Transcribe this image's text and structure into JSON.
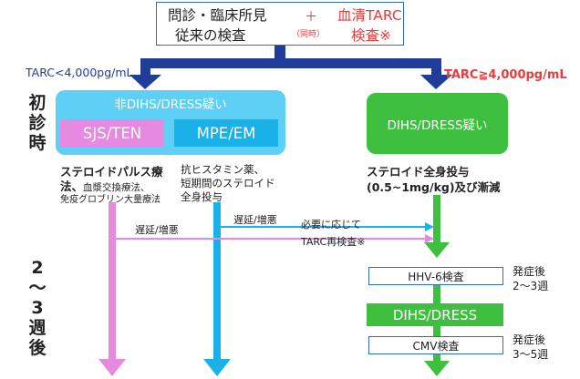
{
  "top": {
    "exam_line1": "問診・臨床所見",
    "exam_line2": "従来の検査",
    "plus": "＋",
    "simultaneous": "（同時）",
    "tarc_line1": "血清TARC",
    "tarc_line2": "検査※"
  },
  "branches": {
    "low": "TARC<4,000pg/mL",
    "high": "TARC≧4,000pg/mL"
  },
  "sidebar": {
    "initial": [
      "初",
      "診",
      "時"
    ],
    "later": [
      "2",
      "〜",
      "3",
      "週",
      "後"
    ]
  },
  "non_dihs": {
    "title": "非DIHS/DRESS疑い",
    "sjs": "SJS/TEN",
    "mpe": "MPE/EM",
    "sjs_tx_1": "ステロイドパルス療",
    "sjs_tx_2": "法、",
    "sjs_tx_2b": "血漿交換療法、",
    "sjs_tx_3": "免疫グロブリン大量療法",
    "mpe_tx_1": "抗ヒスタミン薬、",
    "mpe_tx_2": "短期間のステロイド",
    "mpe_tx_3": "全身投与"
  },
  "dihs": {
    "title": "DIHS/DRESS疑い",
    "tx_1": "ステロイド全身投与",
    "tx_2": "(0.5~1mg/kg)及び漸減",
    "hhv6": "HHV-6検査",
    "hhv6_time_1": "発症後",
    "hhv6_time_2": "2〜3週",
    "dihs_box": "DIHS/DRESS",
    "cmv": "CMV検査",
    "cmv_time_1": "発症後",
    "cmv_time_2": "3〜5週"
  },
  "connectors": {
    "delay_1": "遅延/増悪",
    "delay_2": "遅延/増悪",
    "as_needed": "必要に応じて",
    "tarc_recheck": "TARC再検査※"
  },
  "colors": {
    "navy": "#1f3d99",
    "light_blue": "#5fd0f5",
    "pink": "#e58ae0",
    "cyan": "#1ab0e8",
    "green": "#3fbf3f",
    "red": "#e63c3c"
  }
}
